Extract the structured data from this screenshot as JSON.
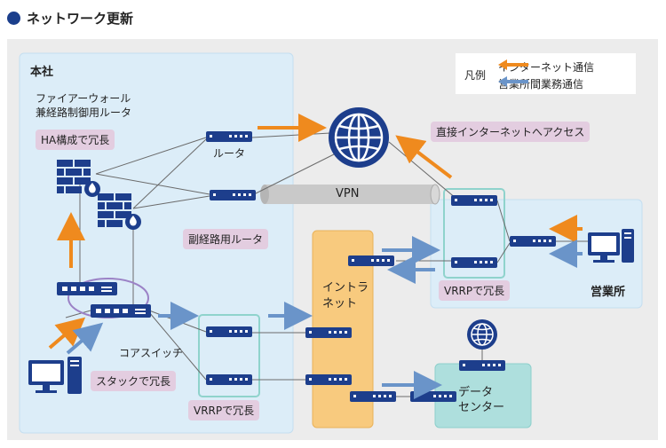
{
  "page_title": "ネットワーク更新",
  "legend": {
    "title": "凡例",
    "internet": "インターネット通信",
    "branch": "営業所間業務通信",
    "internet_color": "#ef8a1e",
    "branch_color": "#6a94c9"
  },
  "labels": {
    "headquarters": "本社",
    "firewall": "ファイアーウォール",
    "firewall_router": "兼経路制御用ルータ",
    "router": "ルータ",
    "vpn": "VPN",
    "intranet": "イントラ\nネット",
    "core_switch": "コアスイッチ",
    "branch_office": "営業所",
    "datacenter": "データ\nセンター"
  },
  "tags": {
    "ha": "HA構成で冗長",
    "sub_router": "副経路用ルータ",
    "direct_internet": "直接インターネットへアクセス",
    "vrrp_branch": "VRRPで冗長",
    "stack": "スタックで冗長",
    "vrrp_hq": "VRRPで冗長"
  },
  "colors": {
    "hq_bg": "#dcedf8",
    "intranet_bg": "#f8ca7e",
    "datacenter_bg": "#aedfdd",
    "device": "#1d3e8c",
    "tag_bg": "#e3cde0"
  }
}
